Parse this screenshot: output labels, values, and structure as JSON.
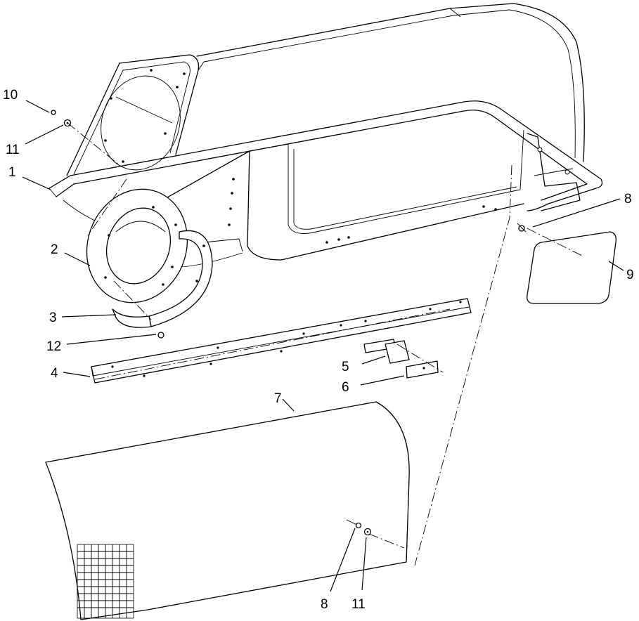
{
  "callouts": {
    "c1": "1",
    "c2": "2",
    "c3": "3",
    "c4": "4",
    "c5": "5",
    "c6": "6",
    "c7": "7",
    "c8_top": "8",
    "c8_bottom": "8",
    "c9": "9",
    "c10": "10",
    "c11_top": "11",
    "c11_bottom": "11",
    "c12": "12"
  },
  "colors": {
    "line": "#000000",
    "background": "#ffffff"
  }
}
